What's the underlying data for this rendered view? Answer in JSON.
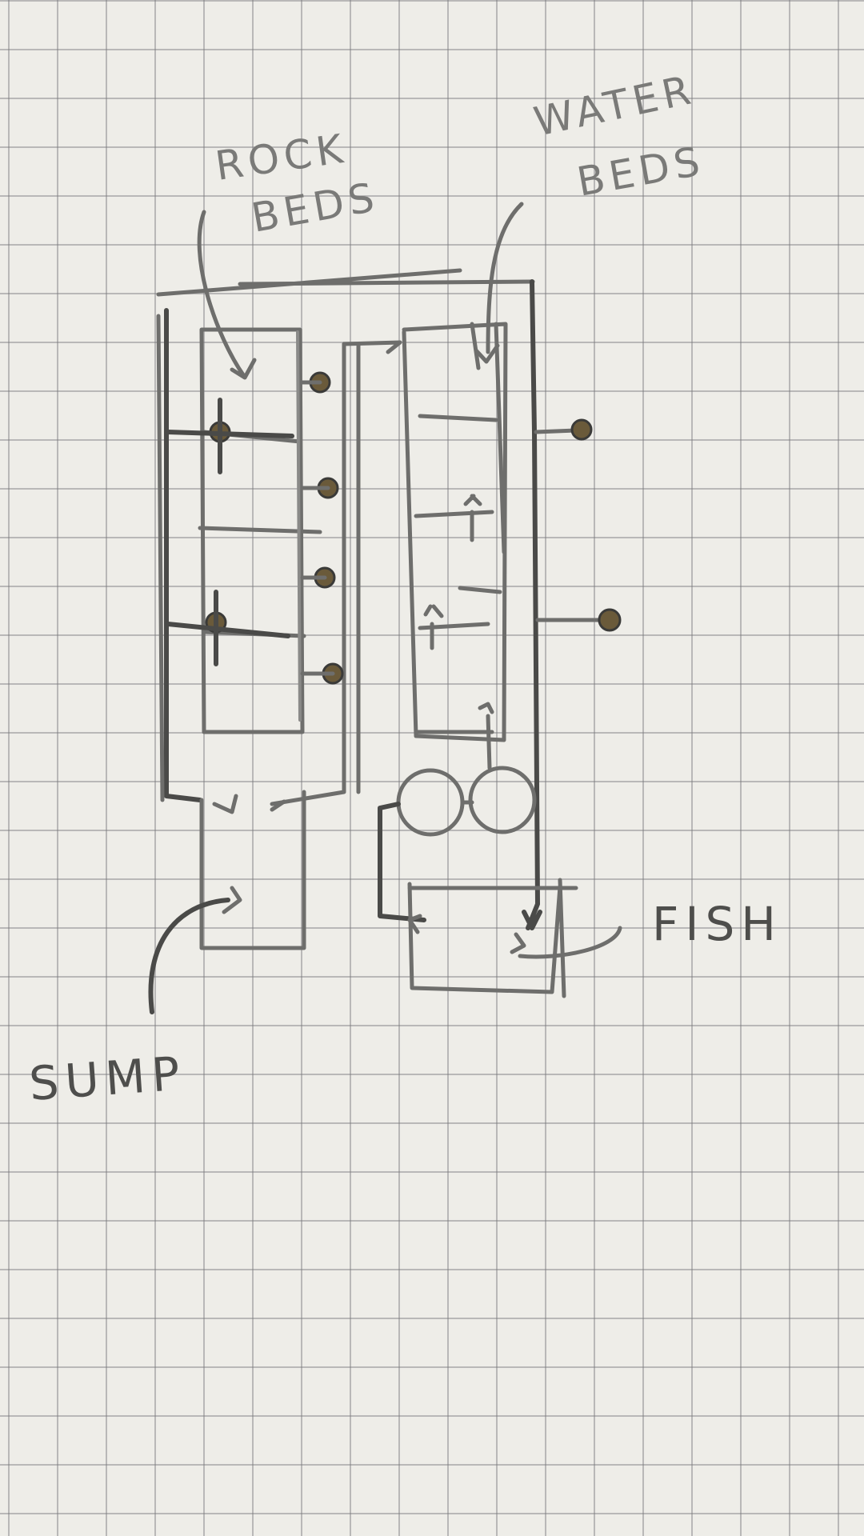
{
  "labels": {
    "rock_beds_line1": "ROCK",
    "rock_beds_line2": "BEDS",
    "water_beds_line1": "WATER",
    "water_beds_line2": "BEDS",
    "fish": "FISH",
    "sump": "SUMP"
  },
  "colors": {
    "paper": "#eeede8",
    "grid": "#7a7a7d",
    "pencil": "#6e6e6c"
  }
}
